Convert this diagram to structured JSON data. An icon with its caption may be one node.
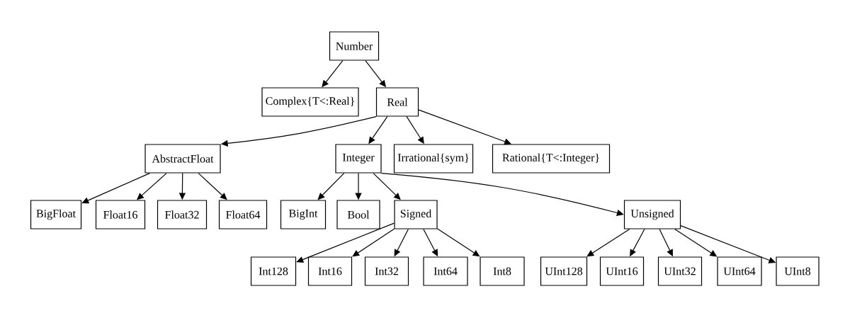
{
  "diagram": {
    "nodes": [
      {
        "text": [
          "Number"
        ]
      },
      {
        "text": [
          "Complex{T<:Real}"
        ]
      },
      {
        "text": [
          "Real"
        ]
      },
      {
        "text": [
          "AbstractFloat"
        ]
      },
      {
        "text": [
          "Integer"
        ]
      },
      {
        "text": [
          "Irrational{sym}"
        ]
      },
      {
        "text": [
          "Rational{T<:Integer}"
        ]
      },
      {
        "text": [
          "BigFloat"
        ]
      },
      {
        "text": [
          "Float16"
        ]
      },
      {
        "text": [
          "Float32"
        ]
      },
      {
        "text": [
          "Float64"
        ]
      },
      {
        "text": [
          "BigInt"
        ]
      },
      {
        "text": [
          "Bool"
        ]
      },
      {
        "text": [
          "Signed"
        ]
      },
      {
        "text": [
          "Unsigned"
        ]
      },
      {
        "text": [
          "Int128"
        ]
      },
      {
        "text": [
          "Int16"
        ]
      },
      {
        "text": [
          "Int32"
        ]
      },
      {
        "text": [
          "Int64"
        ]
      },
      {
        "text": [
          "Int8"
        ]
      },
      {
        "text": [
          "UInt128"
        ]
      },
      {
        "text": [
          "UInt16"
        ]
      },
      {
        "text": [
          "UInt32"
        ]
      },
      {
        "text": [
          "UInt64"
        ]
      },
      {
        "text": [
          "UInt8"
        ]
      }
    ],
    "edges": [
      {
        "from": 0,
        "to": 1,
        "arrow": "to"
      },
      {
        "from": 0,
        "to": 2,
        "arrow": "to"
      },
      {
        "from": 2,
        "to": 3,
        "arrow": "to"
      },
      {
        "from": 2,
        "to": 4,
        "arrow": "to"
      },
      {
        "from": 2,
        "to": 5,
        "arrow": "to"
      },
      {
        "from": 2,
        "to": 6,
        "arrow": "to"
      },
      {
        "from": 3,
        "to": 7,
        "arrow": "to"
      },
      {
        "from": 3,
        "to": 8,
        "arrow": "to"
      },
      {
        "from": 3,
        "to": 9,
        "arrow": "to"
      },
      {
        "from": 3,
        "to": 10,
        "arrow": "to"
      },
      {
        "from": 4,
        "to": 11,
        "arrow": "to"
      },
      {
        "from": 4,
        "to": 12,
        "arrow": "to"
      },
      {
        "from": 4,
        "to": 13,
        "arrow": "to"
      },
      {
        "from": 4,
        "to": 14,
        "arrow": "to"
      },
      {
        "from": 13,
        "to": 15,
        "arrow": "to"
      },
      {
        "from": 13,
        "to": 16,
        "arrow": "to"
      },
      {
        "from": 13,
        "to": 17,
        "arrow": "to"
      },
      {
        "from": 13,
        "to": 18,
        "arrow": "to"
      },
      {
        "from": 13,
        "to": 19,
        "arrow": "to"
      },
      {
        "from": 14,
        "to": 20,
        "arrow": "to"
      },
      {
        "from": 14,
        "to": 21,
        "arrow": "to"
      },
      {
        "from": 14,
        "to": 22,
        "arrow": "to"
      },
      {
        "from": 14,
        "to": 23,
        "arrow": "to"
      },
      {
        "from": 14,
        "to": 24,
        "arrow": "to"
      }
    ]
  }
}
